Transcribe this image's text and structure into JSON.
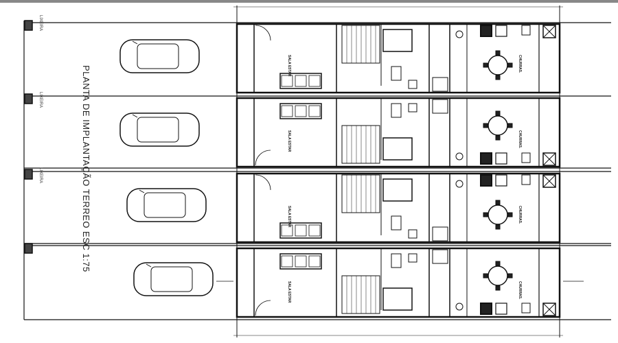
{
  "title": "PLANTA DE IMPLANTAÇÃO TERREO ESC 1:75",
  "lot_labels": [
    "LIXEIRA",
    "LIXEIRA",
    "LIXEIRA"
  ],
  "room_labels": {
    "living": "SALA ESTAR",
    "bbq": "CHURRAS."
  },
  "units": 4,
  "colors": {
    "line": "#111111",
    "bg": "#ffffff"
  }
}
